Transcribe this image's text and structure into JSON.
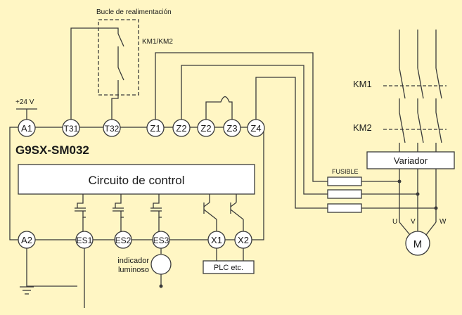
{
  "colors": {
    "background": "#fff6c4",
    "line": "#3a3a3a",
    "box_fill": "#ffffff"
  },
  "labels": {
    "feedback_loop": "Bucle de realimentación",
    "contactor_pair": "KM1/KM2",
    "supply": "+24 V",
    "controller_model": "G9SX-SM032",
    "control_circuit": "Circuito de control",
    "fuse": "FUSIBLE",
    "drive": "Variador",
    "km1": "KM1",
    "km2": "KM2",
    "phase_u": "U",
    "phase_v": "V",
    "phase_w": "W",
    "motor": "M",
    "indicator_line1": "indicador",
    "indicator_line2": "luminoso",
    "plc": "PLC etc."
  },
  "terminals": {
    "top": [
      "A1",
      "T31",
      "T32",
      "Z1",
      "Z2",
      "Z2",
      "Z3",
      "Z4"
    ],
    "bottom": [
      "A2",
      "ES1",
      "ES2",
      "ES3",
      "X1",
      "X2"
    ]
  }
}
